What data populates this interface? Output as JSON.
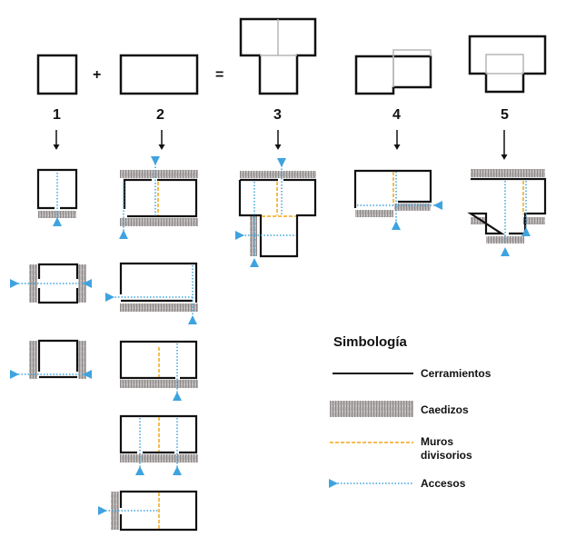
{
  "figure": {
    "operators": {
      "plus": "+",
      "equals": "="
    },
    "steps": [
      {
        "number": "1",
        "name": "square-module"
      },
      {
        "number": "2",
        "name": "rectangular-module"
      },
      {
        "number": "3",
        "name": "t-shaped-combination"
      },
      {
        "number": "4",
        "name": "offset-combination"
      },
      {
        "number": "5",
        "name": "overlapping-combination"
      }
    ]
  },
  "legend": {
    "title": "Simbología",
    "items": [
      {
        "key": "cerramientos",
        "label": "Cerramientos",
        "symbol": "solid-line",
        "color": "#111111"
      },
      {
        "key": "caedizos",
        "label": "Caedizos",
        "symbol": "hatched-band",
        "color": "#a8a3a3"
      },
      {
        "key": "muros",
        "label_lines": [
          "Muros",
          "divisorios"
        ],
        "symbol": "dashed-line",
        "color": "#f2a516"
      },
      {
        "key": "accesos",
        "label": "Accesos",
        "symbol": "dotted-arrow-line",
        "color": "#3fa3e0"
      }
    ]
  },
  "colors": {
    "wall": "#111111",
    "ghost_outline": "#b5b5b5",
    "caedizo": "#a8a3a3",
    "divider": "#f2a516",
    "access": "#3fa3e0"
  }
}
